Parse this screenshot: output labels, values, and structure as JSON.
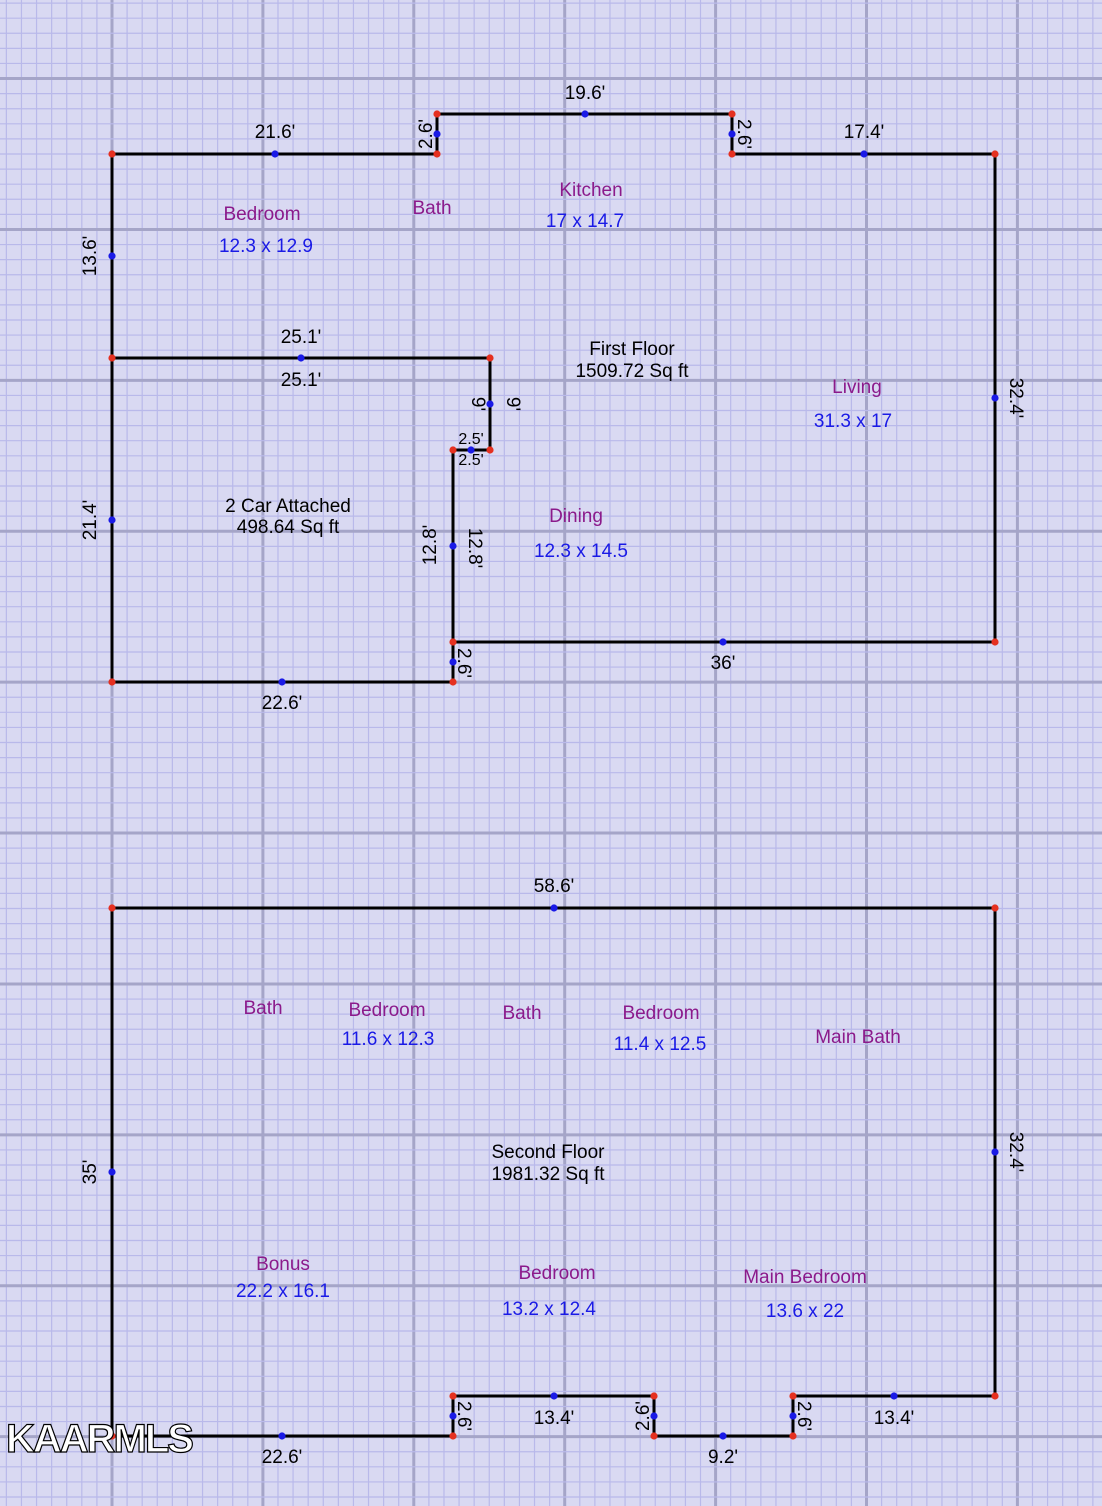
{
  "floors": {
    "first": {
      "name": "First Floor",
      "area": "1509.72 Sq ft"
    },
    "garage": {
      "name": "2 Car Attached",
      "area": "498.64 Sq ft"
    },
    "second": {
      "name": "Second Floor",
      "area": "1981.32 Sq ft"
    }
  },
  "rooms": {
    "bedroom1": {
      "name": "Bedroom",
      "dims": "12.3 x 12.9"
    },
    "bath1": {
      "name": "Bath"
    },
    "kitchen": {
      "name": "Kitchen",
      "dims": "17 x 14.7"
    },
    "living": {
      "name": "Living",
      "dims": "31.3 x 17"
    },
    "dining": {
      "name": "Dining",
      "dims": "12.3 x 14.5"
    },
    "bath2": {
      "name": "Bath"
    },
    "bedroom2": {
      "name": "Bedroom",
      "dims": "11.6 x 12.3"
    },
    "bath3": {
      "name": "Bath"
    },
    "bedroom3": {
      "name": "Bedroom",
      "dims": "11.4 x 12.5"
    },
    "main_bath": {
      "name": "Main Bath"
    },
    "bonus": {
      "name": "Bonus",
      "dims": "22.2 x 16.1"
    },
    "bedroom4": {
      "name": "Bedroom",
      "dims": "13.2 x 12.4"
    },
    "main_bedroom": {
      "name": "Main Bedroom",
      "dims": "13.6 x 22"
    }
  },
  "dimensions": {
    "d19_6": "19.6'",
    "d21_6": "21.6'",
    "d2_6_a": "2.6'",
    "d2_6_b": "2.6'",
    "d17_4": "17.4'",
    "d13_6": "13.6'",
    "d25_1_a": "25.1'",
    "d25_1_b": "25.1'",
    "d9_a": "9'",
    "d9_b": "9'",
    "d2_5_a": "2.5'",
    "d2_5_b": "2.5'",
    "d32_4_a": "32.4'",
    "d21_4": "21.4'",
    "d12_8_a": "12.8'",
    "d12_8_b": "12.8'",
    "d2_6_c": "2.6'",
    "d36": "36'",
    "d22_6_a": "22.6'",
    "d58_6": "58.6'",
    "d35": "35'",
    "d32_4_b": "32.4'",
    "d2_6_d": "2.6'",
    "d13_4_a": "13.4'",
    "d2_6_e": "2.6'",
    "d2_6_f": "2.6'",
    "d13_4_b": "13.4'",
    "d22_6_b": "22.6'",
    "d9_2": "9.2'"
  },
  "logo": {
    "text": "KAARMLS"
  },
  "colors": {
    "wall": "#000000",
    "corner": "#e53020",
    "midpoint": "#1a1ae6",
    "room_name": "#8b1a8b",
    "room_dims": "#1a1ae6",
    "grid_fine": "#b9b9ea",
    "grid_major": "#a5a5c8",
    "background": "#d9d9f2"
  }
}
